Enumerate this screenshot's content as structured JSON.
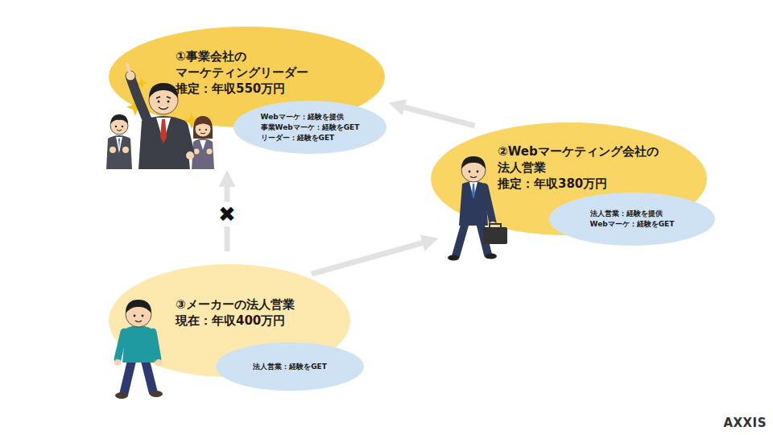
{
  "diagram": {
    "nodes": [
      {
        "text": [
          "①事業会社の マーケティングリーダー",
          "推定：年収550万円"
        ]
      },
      {
        "text": [
          "Webマーケ：経験を提供",
          "事業Webマーケ：経験をGET",
          "リーダー：経験をGET"
        ],
        "in": 0
      },
      {
        "text": [
          "②Webマーケティング会社の 法人営業",
          "推定：年収380万円"
        ]
      },
      {
        "text": [
          "法人営業：経験を提供",
          "Webマーケ：経験をGET"
        ],
        "in": 2
      },
      {
        "text": [
          "③メーカーの法人営業",
          "現在：年収400万円"
        ]
      },
      {
        "text": [
          "法人営業：経験をGET"
        ],
        "in": 4
      }
    ],
    "edges": [
      {
        "from": 4,
        "to": 2,
        "arrow": "to"
      },
      {
        "from": 2,
        "to": 0,
        "arrow": "to"
      },
      {
        "from": 4,
        "to": 0,
        "arrow": "to",
        "label": "✖"
      }
    ],
    "labels": [
      "AXXIS"
    ]
  }
}
